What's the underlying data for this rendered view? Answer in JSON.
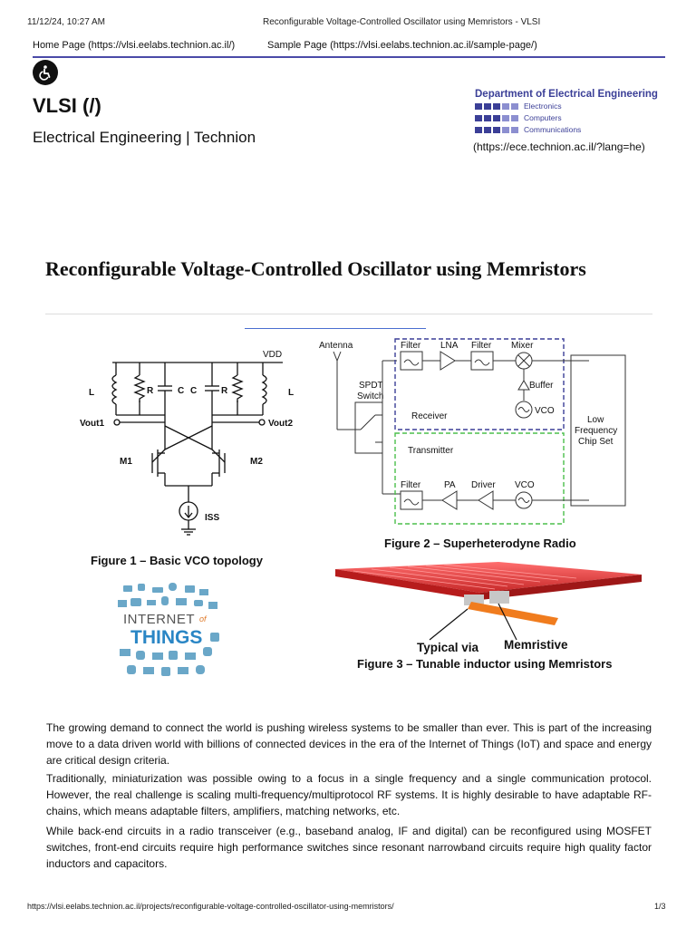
{
  "print_header": {
    "datetime": "11/12/24, 10:27 AM",
    "page_title": "Reconfigurable Voltage-Controlled Oscillator using Memristors - VLSI"
  },
  "nav": {
    "home": "Home Page (https://vlsi.eelabs.technion.ac.il/)",
    "sample": "Sample Page (https://vlsi.eelabs.technion.ac.il/sample-page/)"
  },
  "site": {
    "title": "VLSI (/)",
    "subtitle": "Electrical Engineering | Technion"
  },
  "department": {
    "name": "Department of Electrical Engineering",
    "rows": [
      "Electronics",
      "Computers",
      "Communications"
    ],
    "url": "(https://ece.technion.ac.il/?lang=he)"
  },
  "article": {
    "title": "Reconfigurable Voltage-Controlled Oscillator using Memristors",
    "paragraphs": [
      "The growing demand to connect the world is pushing wireless systems to be smaller than ever. This is part of the increasing move to a data driven world with billions of connected devices in the era of the Internet of Things (IoT) and space and energy are critical design criteria.",
      "Traditionally, miniaturization was possible owing to a focus in a single frequency and a single communication protocol. However, the real challenge is scaling multi-frequency/multiprotocol RF systems. It is highly desirable to have adaptable RF-chains, which means adaptable filters, amplifiers, matching networks, etc.",
      "While back-end circuits in a radio transceiver (e.g., baseband analog, IF and digital) can be reconfigured using MOSFET switches, front-end circuits require high performance switches since resonant narrowband circuits require high quality factor inductors and capacitors."
    ]
  },
  "figure1": {
    "caption": "Figure 1 – Basic VCO topology",
    "labels": {
      "vdd": "VDD",
      "l": "L",
      "r": "R",
      "c": "C",
      "vout1": "Vout1",
      "vout2": "Vout2",
      "m1": "M1",
      "m2": "M2",
      "iss": "ISS"
    }
  },
  "figure2": {
    "caption": "Figure 2 – Superheterodyne Radio",
    "labels": {
      "antenna": "Antenna",
      "spdt": "SPDT",
      "switch": "Switch",
      "filter": "Filter",
      "lna": "LNA",
      "mixer": "Mixer",
      "buffer": "Buffer",
      "vco": "VCO",
      "receiver": "Receiver",
      "transmitter": "Transmitter",
      "pa": "PA",
      "driver": "Driver",
      "low": "Low",
      "frequency": "Frequency",
      "chipset": "Chip Set"
    }
  },
  "figure3": {
    "caption": "Figure 3 – Tunable inductor using Memristors",
    "label_typical": "Typical via",
    "label_memristive": "Memristive"
  },
  "iot": {
    "line1": "INTERNET",
    "of": "of",
    "line2": "THINGS"
  },
  "footer": {
    "url": "https://vlsi.eelabs.technion.ac.il/projects/reconfigurable-voltage-controlled-oscillator-using-memristors/",
    "page": "1/3"
  }
}
